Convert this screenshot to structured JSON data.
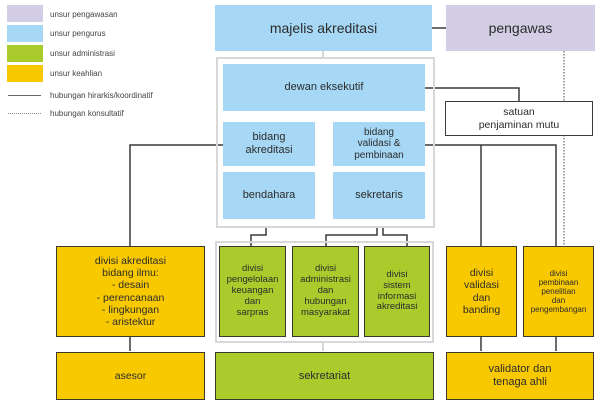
{
  "legend": {
    "items": [
      {
        "label": "unsur pengawasan",
        "color": "#d3cde5"
      },
      {
        "label": "unsur pengurus",
        "color": "#a6d8f5"
      },
      {
        "label": "unsur administrasi",
        "color": "#a9cc2c"
      },
      {
        "label": "unsur keahlian",
        "color": "#f9c900"
      }
    ],
    "lines": [
      {
        "label": "hubungan hirarkis/koordinatif",
        "style": "solid"
      },
      {
        "label": "hubungan konsultatif",
        "style": "dotted"
      }
    ]
  },
  "nodes": {
    "majelis": "majelis akreditasi",
    "pengawas": "pengawas",
    "dewan": "dewan eksekutif",
    "satuan": "satuan\npenjaminan mutu",
    "bidang_akreditasi": "bidang\nakreditasi",
    "bidang_validasi": "bidang\nvalidasi &\npembinaan",
    "bendahara": "bendahara",
    "sekretaris": "sekretaris",
    "divisi_akreditasi": "divisi akreditasi\nbidang ilmu:\n- desain\n- perencanaan\n- lingkungan\n- aristektur",
    "divisi_keuangan": "divisi\npengelolaan\nkeuangan\ndan\nsarpras",
    "divisi_administrasi": "divisi\nadministrasi\ndan\nhubungan\nmasyarakat",
    "divisi_sistem": "divisi\nsistem\ninformasi\nakreditasi",
    "divisi_validasi": "divisi\nvalidasi\ndan\nbanding",
    "divisi_pembinaan": "divisi\npembinaan\npenelitian\ndan\npengembangan",
    "asesor": "asesor",
    "sekretariat": "sekretariat",
    "validator": "validator dan\ntenaga ahli"
  },
  "colors": {
    "pengawasan": "#d3cde5",
    "pengurus": "#a6d8f5",
    "administrasi": "#a9cc2c",
    "keahlian": "#f9c900",
    "line": "#3a3a3a"
  }
}
